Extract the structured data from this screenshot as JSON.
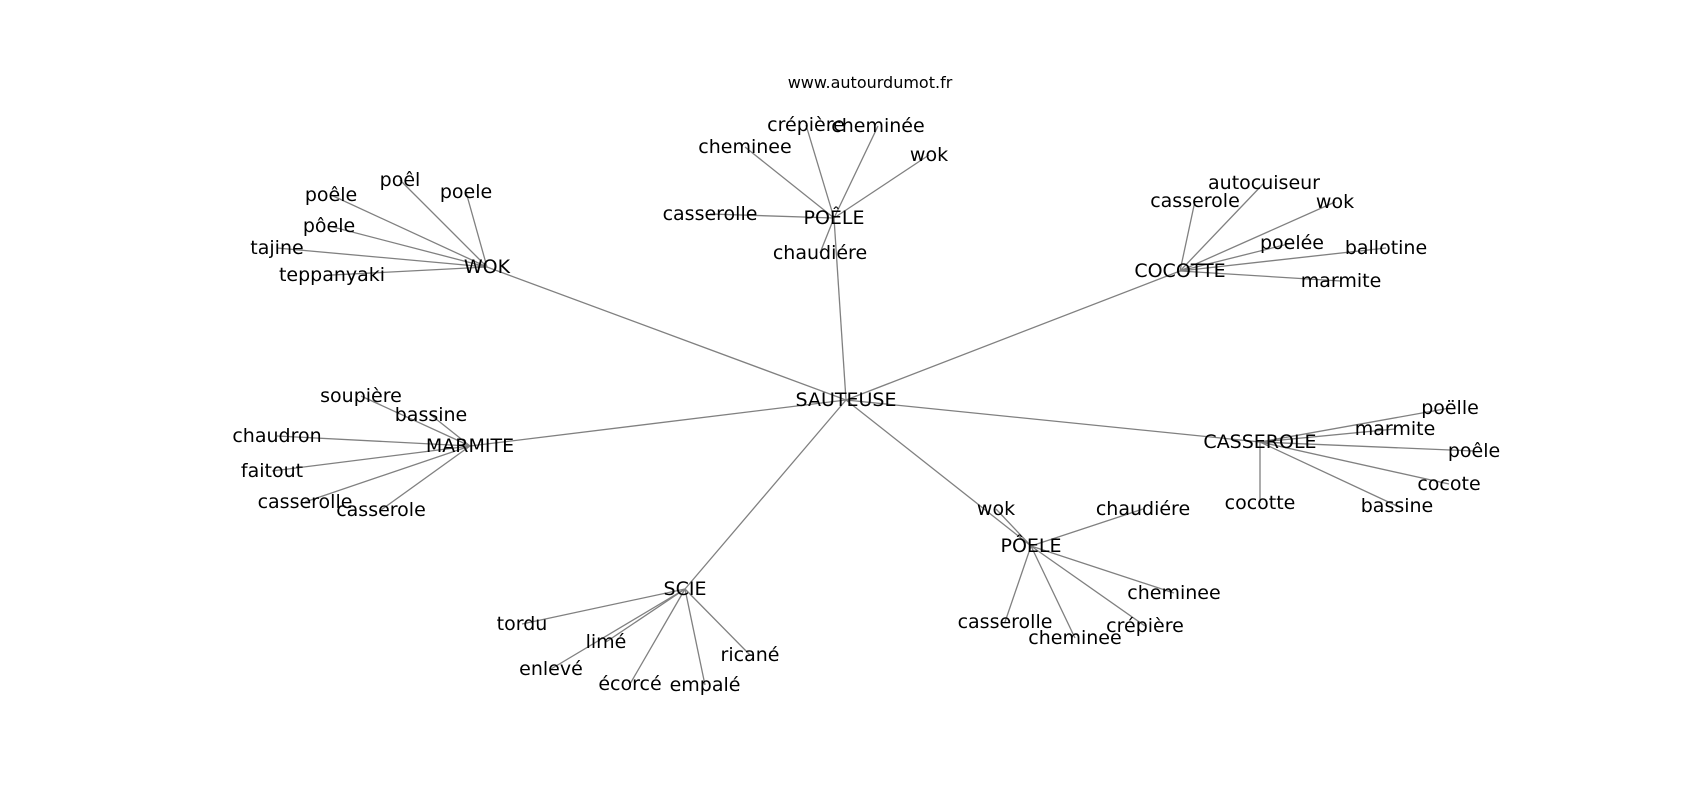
{
  "source_label": "www.autourdumot.fr",
  "edge_color": "#808080",
  "text_color": "#000000",
  "graph": {
    "root": "SAUTEUSE",
    "clusters": [
      {
        "id": "poele-top",
        "label": "POÊLE",
        "leaves": [
          "crépière",
          "cheminée",
          "cheminee",
          "wok",
          "casserolle",
          "chaudiére"
        ]
      },
      {
        "id": "wok",
        "label": "WOK",
        "leaves": [
          "poêl",
          "poêle",
          "poele",
          "pôele",
          "tajine",
          "teppanyaki"
        ]
      },
      {
        "id": "cocotte",
        "label": "COCOTTE",
        "leaves": [
          "autocuiseur",
          "casserole",
          "wok",
          "poelée",
          "ballotine",
          "marmite"
        ]
      },
      {
        "id": "marmite",
        "label": "MARMITE",
        "leaves": [
          "soupière",
          "bassine",
          "chaudron",
          "faitout",
          "casserolle",
          "casserole"
        ]
      },
      {
        "id": "casserole",
        "label": "CASSEROLE",
        "leaves": [
          "poëlle",
          "marmite",
          "poêle",
          "cocote",
          "cocotte",
          "bassine"
        ]
      },
      {
        "id": "scie",
        "label": "SCIE",
        "leaves": [
          "tordu",
          "limé",
          "enlevé",
          "écorcé",
          "empalé",
          "ricané"
        ]
      },
      {
        "id": "poele-bottom",
        "label": "PÔELE",
        "leaves": [
          "wok",
          "chaudiére",
          "cheminee",
          "casserolle",
          "cheminee",
          "crépière"
        ]
      }
    ]
  }
}
